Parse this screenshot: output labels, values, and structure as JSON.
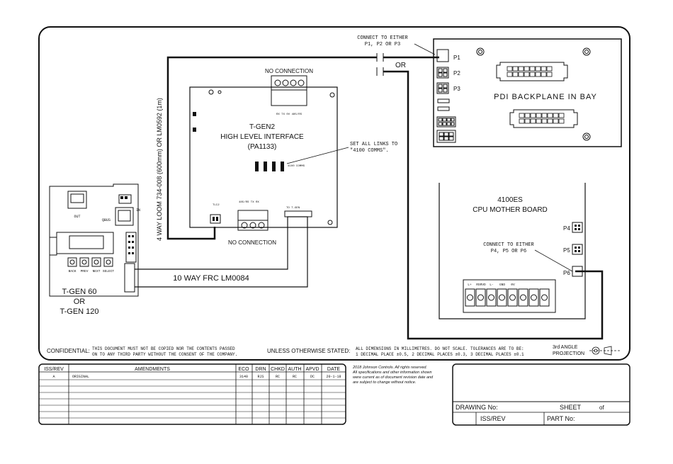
{
  "notes": {
    "connect_either_p1": "CONNECT TO EITHER",
    "connect_either_p1_line2": "P1, P2 OR P3",
    "or_label": "OR",
    "connect_either_p4": "CONNECT TO EITHER",
    "connect_either_p4_line2": "P4, P5 OR P6",
    "set_links": "SET ALL LINKS TO",
    "set_links_line2": "\"4100 COMMS\".",
    "loom_label": "4 WAY LOOM 734-008 (600mm) OR LM0592 (1m)",
    "frc_label": "10 WAY FRC LM0084"
  },
  "pdi_board": {
    "title": "PDI BACKPLANE IN BAY",
    "p1": "P1",
    "p2": "P2",
    "p3": "P3"
  },
  "tgen2_board": {
    "title_line1": "T-GEN2",
    "title_line2": "HIGH LEVEL INTERFACE",
    "title_line3": "(PA1133)",
    "no_connection_top": "NO CONNECTION",
    "no_connection_bottom": "NO CONNECTION",
    "small_label_top": "4100 COMMS",
    "small_label_mid": "TLC2",
    "small_label_right": "TO T-GEN"
  },
  "cpu_board": {
    "title_line1": "4100ES",
    "title_line2": "CPU MOTHER BOARD",
    "p4": "P4",
    "p5": "P5",
    "p6": "P6",
    "terminals": [
      "L+",
      "RSRVD",
      "L-",
      "GND",
      "0V"
    ]
  },
  "tgen_unit": {
    "title_line1": "T-GEN 60",
    "title_line2": "OR",
    "title_line3": "T-GEN 120",
    "out_label": "OUT",
    "qbus_label": "QBUS",
    "in_label": "IN",
    "buttons": [
      "BACK",
      "PREV",
      "NEXT",
      "SELECT"
    ]
  },
  "footer": {
    "confidential_label": "CONFIDENTIAL:",
    "confidential_text_line1": "THIS DOCUMENT MUST NOT BE COPIED NOR THE CONTENTS PASSED",
    "confidential_text_line2": "ON TO ANY THIRD PARTY WITHOUT THE CONSENT OF THE COMPANY.",
    "unless_stated": "UNLESS OTHERWISE STATED:",
    "dimensions_line1": "ALL DIMENSIONS IN MILLIMETRES. DO NOT SCALE. TOLERANCES ARE TO BE:",
    "dimensions_line2": "1 DECIMAL PLACE ±0.5, 2 DECIMAL PLACES ±0.3, 3 DECIMAL PLACES ±0.1",
    "projection_line1": "3rd ANGLE",
    "projection_line2": "PROJECTION"
  },
  "amendments_table": {
    "headers": [
      "ISS/REV",
      "AMENDMENTS",
      "ECO",
      "DRN",
      "CHKD",
      "AUTH",
      "APVD",
      "DATE"
    ],
    "rows": [
      [
        "A",
        "ORIGINAL",
        "3140",
        "RJS",
        "RC",
        "RC",
        "DC",
        "20-1-18"
      ]
    ]
  },
  "copyright": {
    "line1": "2018 Johnson Controls. All rights reserved.",
    "line2": "All specifications and other information shown",
    "line3": "were current as of document revision date and",
    "line4": "are subject to change without notice."
  },
  "title_block": {
    "drawing_no_label": "DRAWING No:",
    "sheet_label": "SHEET",
    "of_label": "of",
    "iss_rev_label": "ISS/REV",
    "part_no_label": "PART No:"
  }
}
